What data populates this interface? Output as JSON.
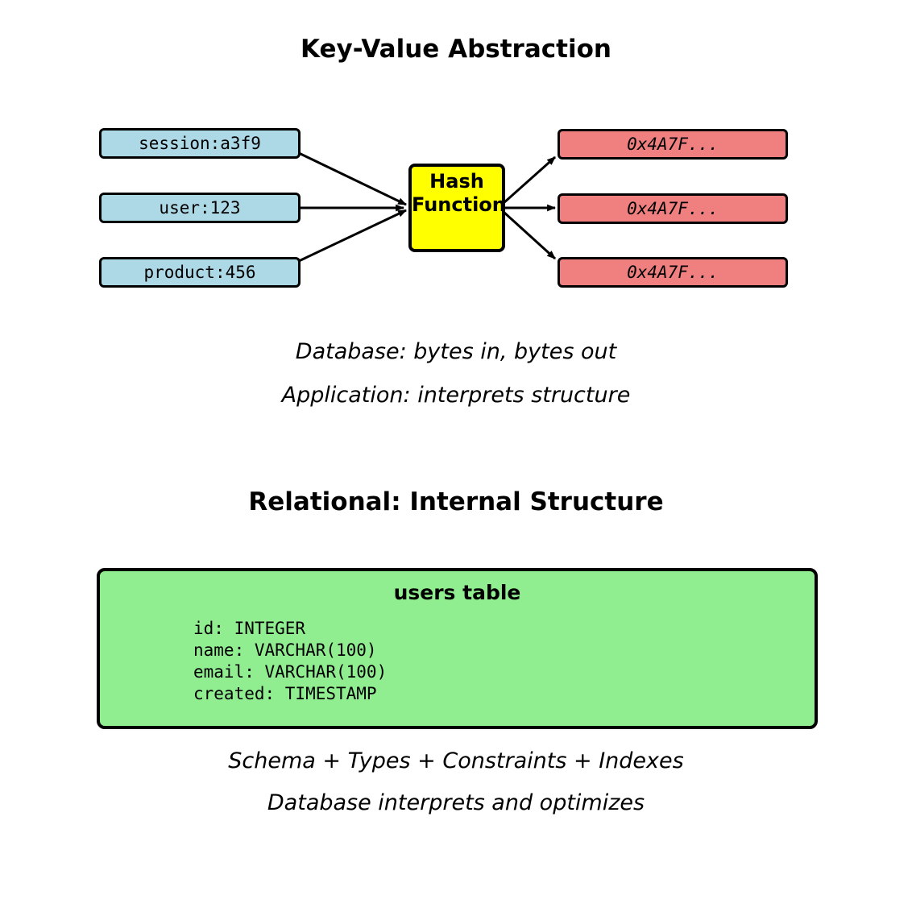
{
  "kv_section": {
    "title": "Key-Value Abstraction",
    "keys": [
      {
        "label": "session:a3f9"
      },
      {
        "label": "user:123"
      },
      {
        "label": "product:456"
      }
    ],
    "hash": {
      "lines": [
        "Hash",
        "Function"
      ]
    },
    "values": [
      {
        "label": "0x4A7F..."
      },
      {
        "label": "0x4A7F..."
      },
      {
        "label": "0x4A7F..."
      }
    ],
    "captions": [
      "Database: bytes in, bytes out",
      "Application: interprets structure"
    ],
    "colors": {
      "key_fill": "#ADD8E6",
      "hash_fill": "#FFFF00",
      "value_fill": "#F08080",
      "line_stroke": "#000000"
    }
  },
  "relational_section": {
    "title": "Relational: Internal Structure",
    "table": {
      "title": "users table",
      "fields": "id: INTEGER\nname: VARCHAR(100)\nemail: VARCHAR(100)\ncreated: TIMESTAMP",
      "fill": "#90EE90"
    },
    "captions": [
      "Schema + Types + Constraints + Indexes",
      "Database interprets and optimizes"
    ]
  }
}
